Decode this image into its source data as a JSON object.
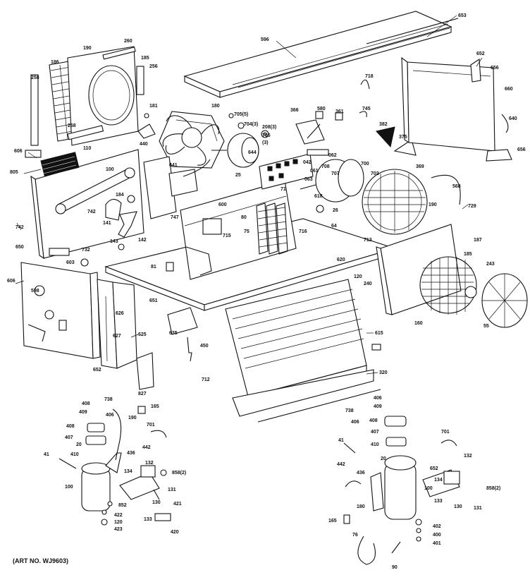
{
  "art_number": "(ART NO. WJ9603)",
  "callouts": [
    {
      "id": "653",
      "text": "653"
    },
    {
      "id": "596",
      "text": "596"
    },
    {
      "id": "190",
      "text": "190"
    },
    {
      "id": "260",
      "text": "260"
    },
    {
      "id": "185a",
      "text": "185"
    },
    {
      "id": "186",
      "text": "186"
    },
    {
      "id": "258a",
      "text": "258"
    },
    {
      "id": "256a",
      "text": "256"
    },
    {
      "id": "258b",
      "text": "258"
    },
    {
      "id": "181",
      "text": "181"
    },
    {
      "id": "180",
      "text": "180"
    },
    {
      "id": "705a",
      "text": "705(5)"
    },
    {
      "id": "704",
      "text": "704(3)"
    },
    {
      "id": "366",
      "text": "366"
    },
    {
      "id": "580",
      "text": "580"
    },
    {
      "id": "361",
      "text": "361"
    },
    {
      "id": "745",
      "text": "745"
    },
    {
      "id": "718",
      "text": "718"
    },
    {
      "id": "652a",
      "text": "652"
    },
    {
      "id": "656a",
      "text": "656"
    },
    {
      "id": "660",
      "text": "660"
    },
    {
      "id": "640",
      "text": "640"
    },
    {
      "id": "656b",
      "text": "656"
    },
    {
      "id": "606a",
      "text": "606"
    },
    {
      "id": "110",
      "text": "110"
    },
    {
      "id": "440",
      "text": "440"
    },
    {
      "id": "100a",
      "text": "100"
    },
    {
      "id": "805",
      "text": "805"
    },
    {
      "id": "208",
      "text": "208(3)"
    },
    {
      "id": "705b",
      "text": "705"
    },
    {
      "id": "3",
      "text": "(3)"
    },
    {
      "id": "382",
      "text": "382"
    },
    {
      "id": "375",
      "text": "375"
    },
    {
      "id": "644",
      "text": "644"
    },
    {
      "id": "062",
      "text": "062"
    },
    {
      "id": "042",
      "text": "042"
    },
    {
      "id": "708",
      "text": "708"
    },
    {
      "id": "061",
      "text": "061"
    },
    {
      "id": "063",
      "text": "063"
    },
    {
      "id": "641",
      "text": "641"
    },
    {
      "id": "25",
      "text": "25"
    },
    {
      "id": "700",
      "text": "700"
    },
    {
      "id": "707",
      "text": "707"
    },
    {
      "id": "702",
      "text": "702"
    },
    {
      "id": "369",
      "text": "369"
    },
    {
      "id": "568",
      "text": "568"
    },
    {
      "id": "729",
      "text": "729"
    },
    {
      "id": "742a",
      "text": "742"
    },
    {
      "id": "742b",
      "text": "742"
    },
    {
      "id": "184",
      "text": "184"
    },
    {
      "id": "618",
      "text": "618"
    },
    {
      "id": "71",
      "text": "71"
    },
    {
      "id": "26",
      "text": "26"
    },
    {
      "id": "190b",
      "text": "190"
    },
    {
      "id": "600",
      "text": "600"
    },
    {
      "id": "80",
      "text": "80"
    },
    {
      "id": "747",
      "text": "747"
    },
    {
      "id": "141",
      "text": "141"
    },
    {
      "id": "142",
      "text": "142"
    },
    {
      "id": "187",
      "text": "187"
    },
    {
      "id": "64",
      "text": "64"
    },
    {
      "id": "716",
      "text": "716"
    },
    {
      "id": "75",
      "text": "75"
    },
    {
      "id": "715",
      "text": "715"
    },
    {
      "id": "713",
      "text": "713"
    },
    {
      "id": "143",
      "text": "143"
    },
    {
      "id": "650",
      "text": "650"
    },
    {
      "id": "732",
      "text": "732"
    },
    {
      "id": "603",
      "text": "603"
    },
    {
      "id": "185b",
      "text": "185"
    },
    {
      "id": "81",
      "text": "81"
    },
    {
      "id": "620",
      "text": "620"
    },
    {
      "id": "243",
      "text": "243"
    },
    {
      "id": "606b",
      "text": "606"
    },
    {
      "id": "120",
      "text": "120"
    },
    {
      "id": "240",
      "text": "240"
    },
    {
      "id": "598",
      "text": "598"
    },
    {
      "id": "651",
      "text": "651"
    },
    {
      "id": "626",
      "text": "626"
    },
    {
      "id": "160",
      "text": "160"
    },
    {
      "id": "55",
      "text": "55"
    },
    {
      "id": "635",
      "text": "635"
    },
    {
      "id": "615",
      "text": "615"
    },
    {
      "id": "625",
      "text": "625"
    },
    {
      "id": "627",
      "text": "627"
    },
    {
      "id": "652b",
      "text": "652"
    },
    {
      "id": "450",
      "text": "450"
    },
    {
      "id": "320",
      "text": "320"
    },
    {
      "id": "827",
      "text": "827"
    },
    {
      "id": "712",
      "text": "712"
    },
    {
      "id": "408a",
      "text": "408"
    },
    {
      "id": "738a",
      "text": "738"
    },
    {
      "id": "165a",
      "text": "165"
    },
    {
      "id": "409a",
      "text": "409"
    },
    {
      "id": "406a",
      "text": "406"
    },
    {
      "id": "190c",
      "text": "190"
    },
    {
      "id": "408b",
      "text": "408"
    },
    {
      "id": "407a",
      "text": "407"
    },
    {
      "id": "701a",
      "text": "701"
    },
    {
      "id": "20a",
      "text": "20"
    },
    {
      "id": "442a",
      "text": "442"
    },
    {
      "id": "410a",
      "text": "410"
    },
    {
      "id": "436",
      "text": "436"
    },
    {
      "id": "41a",
      "text": "41"
    },
    {
      "id": "132a",
      "text": "132"
    },
    {
      "id": "134a",
      "text": "134"
    },
    {
      "id": "858a",
      "text": "858(2)"
    },
    {
      "id": "100b",
      "text": "100"
    },
    {
      "id": "131a",
      "text": "131"
    },
    {
      "id": "852",
      "text": "852"
    },
    {
      "id": "130a",
      "text": "130"
    },
    {
      "id": "422",
      "text": "422"
    },
    {
      "id": "421",
      "text": "421"
    },
    {
      "id": "120b",
      "text": "120"
    },
    {
      "id": "133a",
      "text": "133"
    },
    {
      "id": "423",
      "text": "423"
    },
    {
      "id": "420",
      "text": "420"
    },
    {
      "id": "406b",
      "text": "406"
    },
    {
      "id": "409b",
      "text": "409"
    },
    {
      "id": "738b",
      "text": "738"
    },
    {
      "id": "408c",
      "text": "408"
    },
    {
      "id": "406c",
      "text": "406"
    },
    {
      "id": "407b",
      "text": "407"
    },
    {
      "id": "410b",
      "text": "410"
    },
    {
      "id": "701b",
      "text": "701"
    },
    {
      "id": "41b",
      "text": "41"
    },
    {
      "id": "442b",
      "text": "442"
    },
    {
      "id": "436b",
      "text": "436"
    },
    {
      "id": "20b",
      "text": "20"
    },
    {
      "id": "652c",
      "text": "652"
    },
    {
      "id": "132b",
      "text": "132"
    },
    {
      "id": "134b",
      "text": "134"
    },
    {
      "id": "858b",
      "text": "858(2)"
    },
    {
      "id": "180b",
      "text": "180"
    },
    {
      "id": "100c",
      "text": "100"
    },
    {
      "id": "130b",
      "text": "130"
    },
    {
      "id": "131b",
      "text": "131"
    },
    {
      "id": "133b",
      "text": "133"
    },
    {
      "id": "165b",
      "text": "165"
    },
    {
      "id": "402",
      "text": "402"
    },
    {
      "id": "400",
      "text": "400"
    },
    {
      "id": "401",
      "text": "401"
    },
    {
      "id": "76",
      "text": "76"
    },
    {
      "id": "90",
      "text": "90"
    }
  ]
}
